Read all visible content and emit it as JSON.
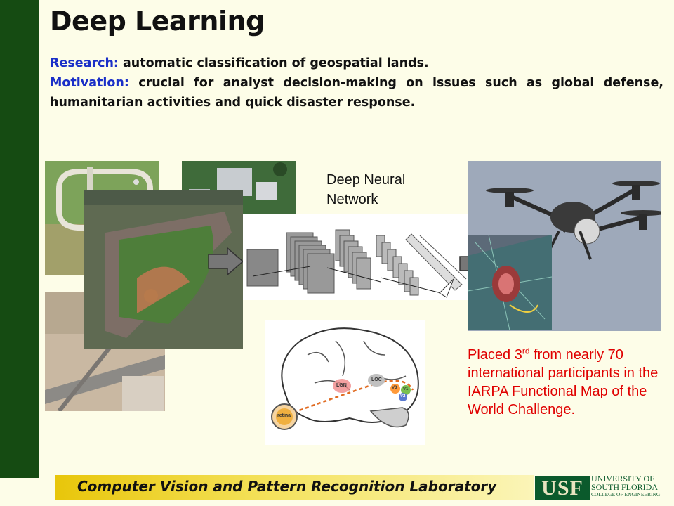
{
  "slide": {
    "title": "Deep Learning",
    "research_label": "Research:",
    "research_text": " automatic classification of geospatial lands.",
    "motivation_label": "Motivation:",
    "motivation_text": " crucial for analyst decision-making on issues such as global defense, humanitarian activities and quick disaster response.",
    "dnn_label": "Deep Neural\nNetwork",
    "result_before": "Placed 3",
    "result_sup": "rd",
    "result_after": " from nearly 70 international participants in the IARPA Functional Map of the World Challenge.",
    "brain_labels": {
      "retina": "retina",
      "lgn": "LGN",
      "loc": "LOC",
      "v1": "V1",
      "v2": "V2",
      "v3": "V3"
    }
  },
  "footer": {
    "lab_name": "Computer Vision and Pattern Recognition Laboratory",
    "logo_letters": "USF",
    "univ_line1": "UNIVERSITY OF",
    "univ_line2": "SOUTH FLORIDA",
    "univ_line3": "COLLEGE OF ENGINEERING"
  },
  "colors": {
    "sidebar": "#154b12",
    "label_blue": "#1a2fc8",
    "result_red": "#e00000",
    "usf_green": "#0b5a2c"
  }
}
